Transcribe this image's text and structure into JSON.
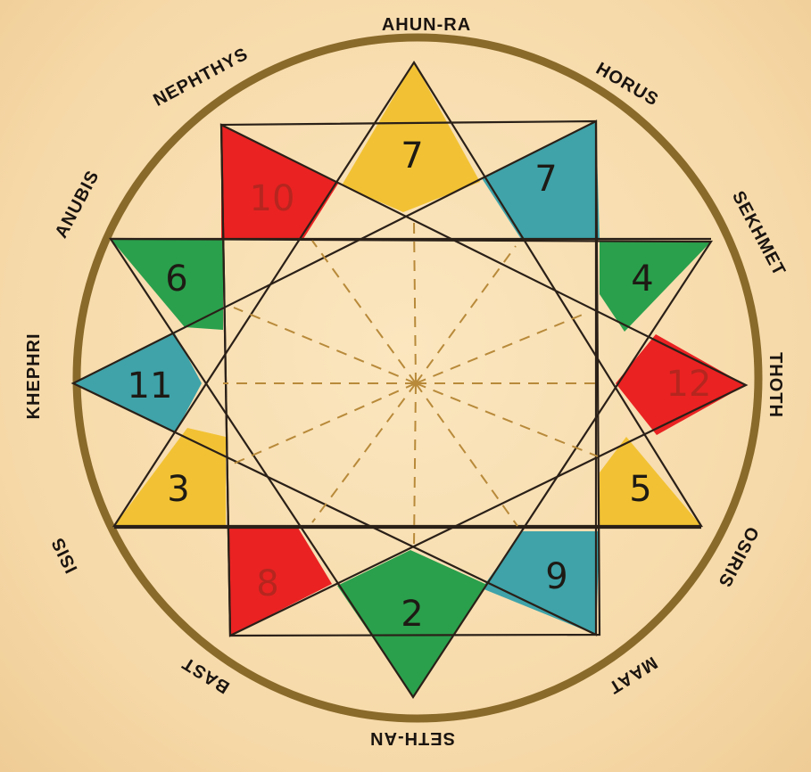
{
  "deities": {
    "top": "AHUN-RA",
    "horus": "HORUS",
    "sekhmet": "SEKHMET",
    "thoth": "THOTH",
    "osiris": "OSIRIS",
    "maat": "MAAT",
    "sethan": "SETH-AN",
    "bast": "BAST",
    "isis": "ISIS",
    "khephri": "KHEPHRI",
    "anubis": "ANUBIS",
    "nephthys": "NEPHTHYS"
  },
  "points": [
    {
      "id": "top",
      "number": "7",
      "color": "#f2c234"
    },
    {
      "id": "horus",
      "number": "7",
      "color": "#3fa3a9"
    },
    {
      "id": "sekhmet",
      "number": "4",
      "color": "#2aa04c"
    },
    {
      "id": "thoth",
      "number": "12",
      "color": "#ea2222"
    },
    {
      "id": "osiris",
      "number": "5",
      "color": "#f2c234"
    },
    {
      "id": "maat",
      "number": "9",
      "color": "#3fa3a9"
    },
    {
      "id": "sethan",
      "number": "2",
      "color": "#2aa04c"
    },
    {
      "id": "bast",
      "number": "8",
      "color": "#ea2222"
    },
    {
      "id": "isis",
      "number": "3",
      "color": "#f2c234"
    },
    {
      "id": "khephri",
      "number": "11",
      "color": "#3fa3a9"
    },
    {
      "id": "anubis",
      "number": "6",
      "color": "#2aa04c"
    },
    {
      "id": "nephthys",
      "number": "10",
      "color": "#ea2222"
    }
  ],
  "colors": {
    "ring": "#8a6a2a",
    "ink": "#2a2018",
    "dash": "#b88a3a"
  }
}
